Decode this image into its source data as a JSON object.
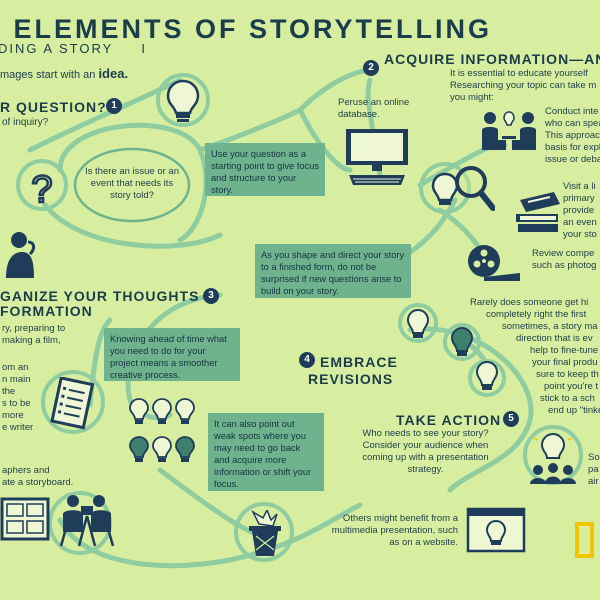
{
  "header": {
    "title": "E ELEMENTS OF STORYTELLING",
    "subtitle": "DING A STORY",
    "subtitle_mark": "I"
  },
  "intro": {
    "text": "mages start with an",
    "emph": "idea."
  },
  "step1": {
    "number": "1",
    "heading": "R QUESTION?",
    "sub": "of inquiry?",
    "bubble": "Is there an issue or an event that needs its story told?"
  },
  "box_question": "Use your question as a starting point to give focus and structure to your story.",
  "step2": {
    "number": "2",
    "heading": "ACQUIRE INFORMATION—AN",
    "intro_lines": [
      "It is essential to educate yourself",
      "Researching your topic can take m",
      "you might:"
    ],
    "database": "Peruse an online database.",
    "conduct_lines": [
      "Conduct inte",
      "who can spea",
      "This approac",
      "basis for expl",
      "issue or deba"
    ],
    "visit_lines": [
      "Visit a li",
      "primary",
      "provide",
      "an even",
      "your sto"
    ],
    "review_lines": [
      "Review compe",
      "such as photog"
    ]
  },
  "box_shape": "As you shape and direct your story to a finished form, do not be surprised if new questions arise to build on your story.",
  "step3": {
    "number": "3",
    "heading_line1": "GANIZE YOUR THOUGHTS",
    "heading_line2": "FORMATION",
    "lines_a": [
      "ry, preparing to",
      "making a film,"
    ],
    "lines_b": [
      "om an",
      "n main",
      "the",
      "s to be",
      "more",
      "e writer"
    ],
    "lines_c": [
      "aphers and",
      "ate a storyboard."
    ]
  },
  "box_knowing": "Knowing ahead of time what you need to do for your project means a smoother creative process.",
  "step4": {
    "number": "4",
    "heading_line1": "EMBRACE",
    "heading_line2": "REVISIONS"
  },
  "box_weak": "It can also point out weak spots where you may need to go back and acquire more information or shift your focus.",
  "rarely_lines": [
    "Rarely does someone get hi",
    "completely right the first",
    "sometimes, a story ma",
    "direction that is ev",
    "help to fine-tune",
    "your final produ",
    "sure to keep th",
    "point you're t",
    "stick to a sch",
    "end up \"tinke"
  ],
  "step5": {
    "number": "5",
    "heading": "TAKE ACTION",
    "text": "Who needs to see your story? Consider your audience when coming up with a presentation strategy.",
    "side_lines": [
      "So",
      "pa",
      "air"
    ],
    "multimedia": "Others might benefit from a multimedia presentation, such as on a website."
  },
  "colors": {
    "background": "#d7eea0",
    "path": "#8fcca0",
    "box": "#6fb38e",
    "ink": "#1f3d5a",
    "frame": "#f2c400"
  },
  "icons": [
    "lightbulb-icon",
    "question-mark-icon",
    "thinking-person-icon",
    "computer-icon",
    "magnifier-lightbulb-icon",
    "interview-icon",
    "books-icon",
    "film-reel-icon",
    "checklist-icon",
    "storyboard-icon",
    "camera-crew-icon",
    "lightbulbs-grid-icon",
    "trash-can-icon",
    "audience-icon",
    "website-icon",
    "yellow-border-logo"
  ]
}
